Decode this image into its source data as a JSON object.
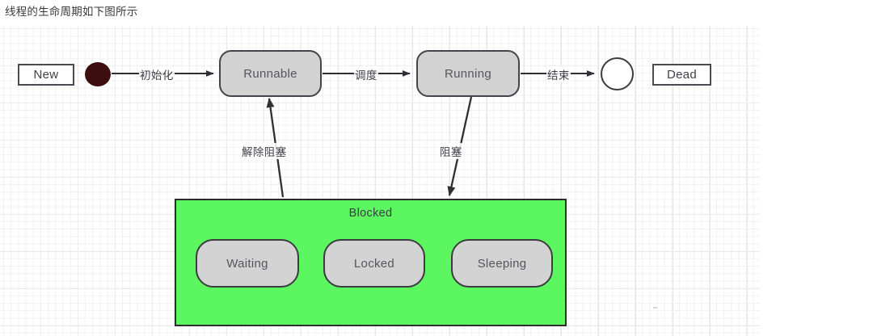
{
  "caption": "线程的生命周期如下图所示",
  "diagram": {
    "title_semantic": "thread-lifecycle-state-diagram",
    "colors": {
      "group_fill": "#5cf760",
      "node_fill": "#d2d2d2",
      "node_stroke": "#44444c",
      "start_dot": "#3d0e0e",
      "grid_minor": "#f0f0f1",
      "grid_major": "#e3e3e5",
      "text": "#55555c"
    },
    "labels": {
      "new": "New",
      "dead": "Dead"
    },
    "nodes": [
      {
        "id": "runnable",
        "label": "Runnable"
      },
      {
        "id": "running",
        "label": "Running"
      }
    ],
    "group": {
      "label": "Blocked",
      "children": [
        {
          "id": "waiting",
          "label": "Waiting"
        },
        {
          "id": "locked",
          "label": "Locked"
        },
        {
          "id": "sleeping",
          "label": "Sleeping"
        }
      ]
    },
    "edges": [
      {
        "id": "init",
        "label": "初始化",
        "from": "start",
        "to": "runnable"
      },
      {
        "id": "schedule",
        "label": "调度",
        "from": "runnable",
        "to": "running"
      },
      {
        "id": "finish",
        "label": "结束",
        "from": "running",
        "to": "end"
      },
      {
        "id": "block",
        "label": "阻塞",
        "from": "running",
        "to": "blocked"
      },
      {
        "id": "unblock",
        "label": "解除阻塞",
        "from": "blocked",
        "to": "runnable"
      }
    ]
  }
}
